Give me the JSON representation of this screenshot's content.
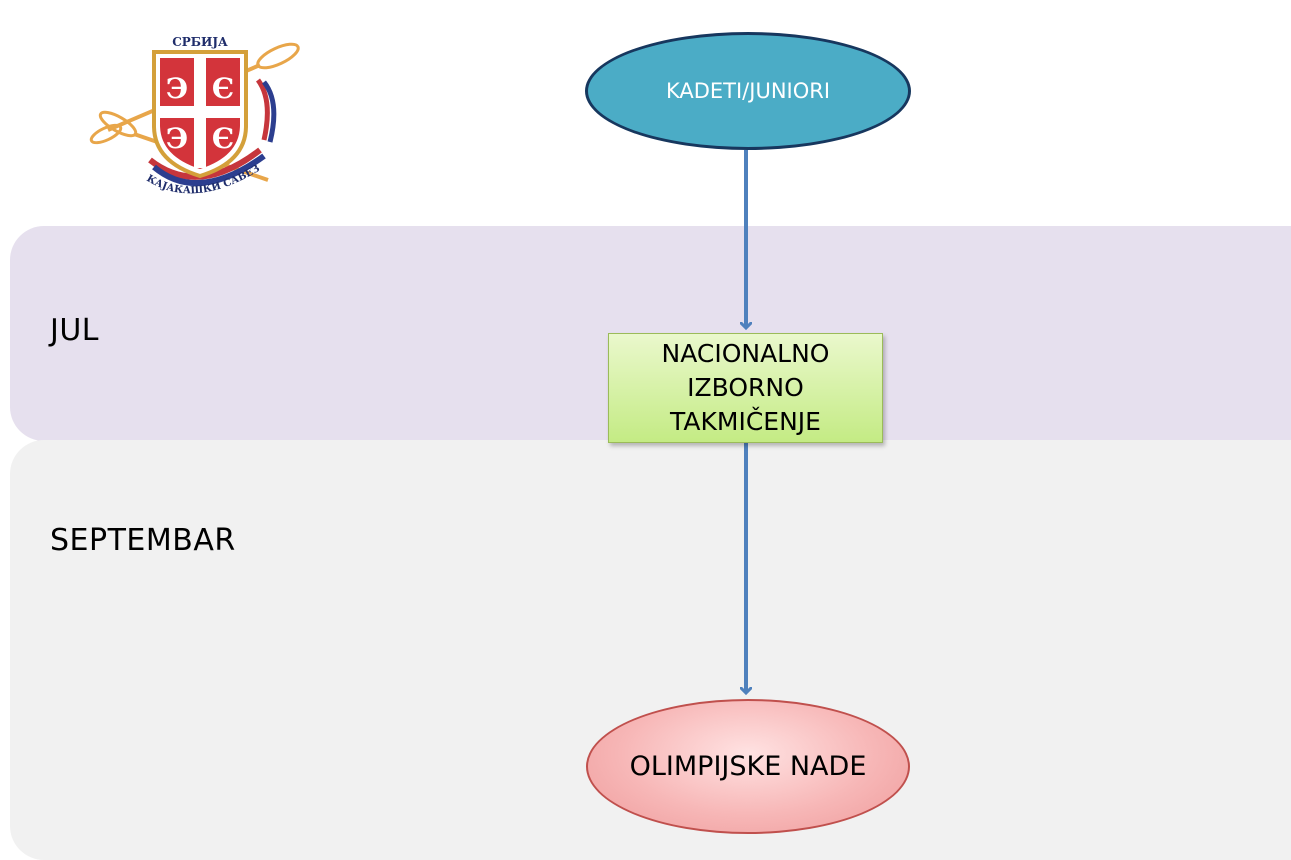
{
  "logo": {
    "top_text": "СРБИЈА",
    "bottom_text": "КАЈАКАШКИ САВЕЗ",
    "description_icon": "serbian-cross-shield-with-paddles"
  },
  "bands": [
    {
      "label": "JUL"
    },
    {
      "label": "SEPTEMBAR"
    }
  ],
  "nodes": {
    "start": {
      "label": "KADETI/JUNIORI"
    },
    "middle": {
      "label": "NACIONALNO IZBORNO TAKMIČENJE"
    },
    "end": {
      "label": "OLIMPIJSKE NADE"
    }
  },
  "colors": {
    "band_jul": "#e6e0ee",
    "band_september": "#f1f1f1",
    "start_fill": "#4bacc6",
    "start_border": "#17375e",
    "middle_fill": "#d3f0a4",
    "end_fill": "#f7b7b7",
    "arrow": "#4f81bd"
  }
}
